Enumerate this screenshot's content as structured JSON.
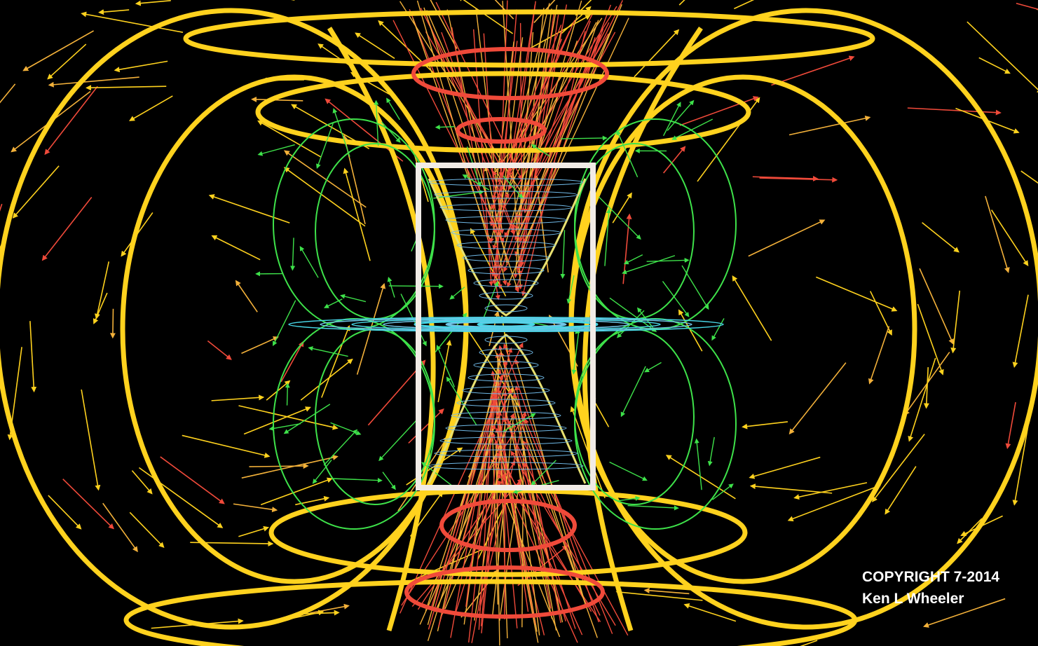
{
  "diagram": {
    "copyright_line1": "COPYRIGHT 7-2014",
    "copyright_line2": "Ken L Wheeler"
  },
  "colors": {
    "background": "#000000",
    "outer_field": "#ffd21e",
    "vortex": "#f04a3a",
    "inner_loops": "#3ee24a",
    "equator_plane": "#48d6e6",
    "magnet_frame": "#f1ebe6"
  },
  "labels": {
    "outer_field": "yellow field loops",
    "vortex": "red converging cones",
    "inner_loops": "green inner field loops",
    "equator_plane": "cyan equatorial rings",
    "magnet_frame": "white bar magnet outline"
  }
}
